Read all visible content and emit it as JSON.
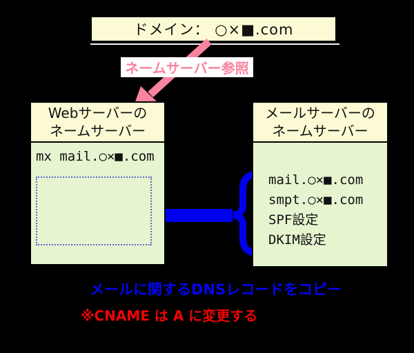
{
  "title": "DNS record copy diagram",
  "colors": {
    "background": "#000000",
    "header_bg": "#fcfad4",
    "body_bg": "#e6f5d0",
    "pink_accent": "#f9849f",
    "blue_accent": "#0000f0",
    "blue_note": "#0505ee",
    "red_note": "#ee0505",
    "dotted_border": "#5566cc"
  },
  "domain_box": {
    "label": "ドメイン： ○×■.com"
  },
  "nameserver_ref": {
    "label": "ネームサーバー参照"
  },
  "web_server_box": {
    "title_line1": "Webサーバーの",
    "title_line2": "ネームサーバー",
    "record": "mx mail.○×■.com"
  },
  "mail_server_box": {
    "title_line1": "メールサーバーの",
    "title_line2": "ネームサーバー",
    "records": [
      "mail.○×■.com",
      "smpt.○×■.com",
      "SPF設定",
      "DKIM設定"
    ]
  },
  "notes": {
    "copy_note": "メールに関するDNSレコードをコピー",
    "cname_note": "※CNAME は A に変更する"
  }
}
